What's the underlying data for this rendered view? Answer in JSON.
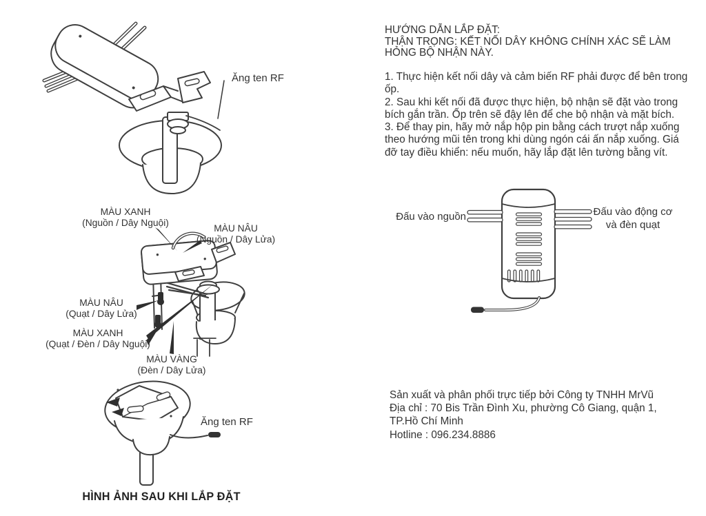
{
  "colors": {
    "ink": "#3f3f3f",
    "text": "#333333",
    "fill_dark": "#2f2f2f",
    "background": "#ffffff"
  },
  "instructions": {
    "heading_lines": [
      "HƯỚNG DẪN LẮP ĐẶT:",
      "THẬN TRỌNG: KẾT NỐI DÂY KHÔNG CHÍNH XÁC SẼ LÀM",
      "HỎNG BỘ NHẬN NÀY."
    ],
    "step_lines": [
      "1. Thực hiện kết nối dây và cảm biến RF phải được để bên trong",
      "ốp.",
      "2. Sau khi kết nối đã được thực hiện, bộ nhận sẽ đặt vào trong",
      "bích gắn trần. Ốp trên sẽ đậy lên để che bộ nhận và mặt bích.",
      "3. Để thay pin, hãy mở nắp hộp pin bằng cách trượt nắp xuống",
      "theo hướng mũi tên trong khi dùng ngón cái ấn nắp xuống. Giá",
      "đỡ tay điều khiển: nếu muốn, hãy lắp đặt lên tường bằng vít."
    ]
  },
  "diagram_exploded": {
    "antenna_label": "Ăng ten RF"
  },
  "diagram_wiring": {
    "labels": [
      {
        "name": "MÀU XANH",
        "detail": "(Nguồn / Dây Nguội)"
      },
      {
        "name": "MÀU NÂU",
        "detail": "(Nguồn / Dây Lửa)"
      },
      {
        "name": "MÀU NÂU",
        "detail": "(Quạt / Dây Lửa)"
      },
      {
        "name": "MÀU XANH",
        "detail": "(Quạt / Đèn / Dây Nguội)"
      },
      {
        "name": "MÀU VÀNG",
        "detail": "(Đèn / Dây Lửa)"
      }
    ]
  },
  "diagram_installed": {
    "antenna_label": "Ăng ten RF",
    "caption": "HÌNH ẢNH SAU KHI LẮP ĐẶT"
  },
  "diagram_receiver": {
    "input_label": "Đấu vào nguồn",
    "output_label_line1": "Đấu vào động cơ",
    "output_label_line2": "và đèn quạt"
  },
  "manufacturer": {
    "lines": [
      "Sản xuất và phân phối trực tiếp bởi Công ty TNHH MrVũ",
      "Địa chỉ : 70 Bis Trần Đình Xu, phường Cô Giang, quận 1,",
      "TP.Hồ Chí Minh",
      "Hotline : 096.234.8886"
    ]
  }
}
